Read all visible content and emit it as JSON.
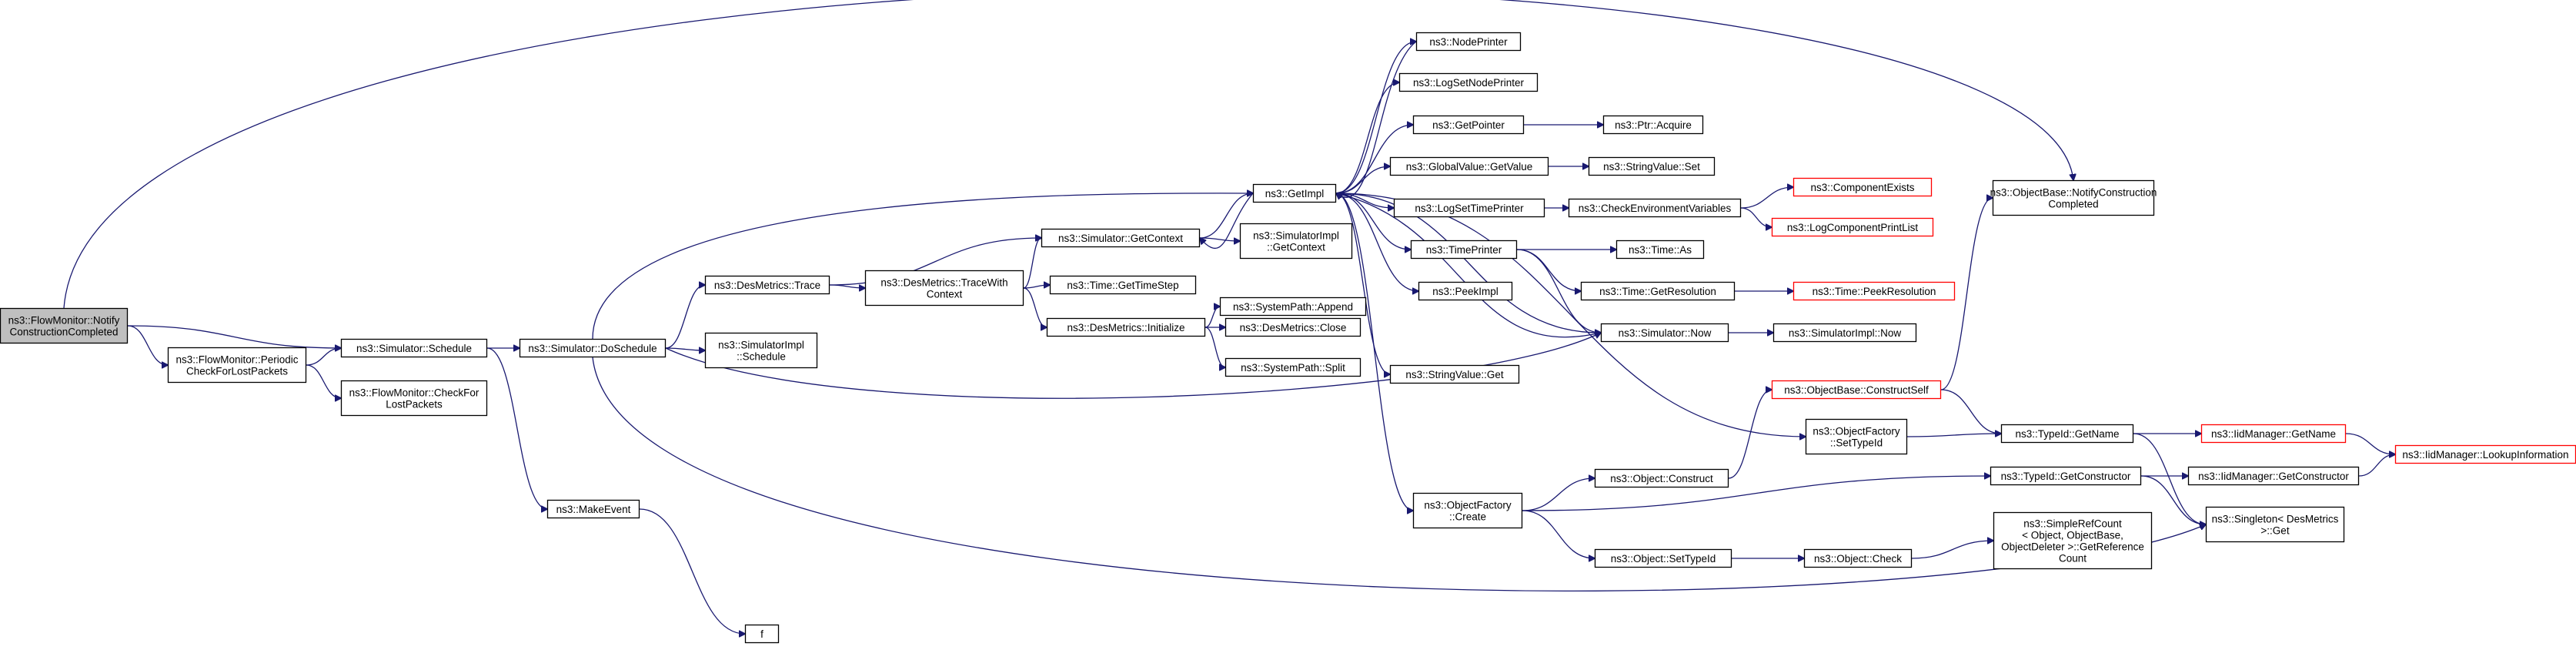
{
  "nodes": [
    {
      "id": "fm_notify",
      "lines": [
        "ns3::FlowMonitor::Notify",
        "ConstructionCompleted"
      ],
      "root": true
    },
    {
      "id": "fm_periodic",
      "lines": [
        "ns3::FlowMonitor::Periodic",
        "CheckForLostPackets"
      ]
    },
    {
      "id": "fm_check",
      "lines": [
        "ns3::FlowMonitor::CheckFor",
        "LostPackets"
      ]
    },
    {
      "id": "sim_schedule",
      "lines": [
        "ns3::Simulator::Schedule"
      ]
    },
    {
      "id": "make_event",
      "lines": [
        "ns3::MakeEvent"
      ]
    },
    {
      "id": "f",
      "lines": [
        "f"
      ]
    },
    {
      "id": "sim_doschedule",
      "lines": [
        "ns3::Simulator::DoSchedule"
      ]
    },
    {
      "id": "simimpl_schedule",
      "lines": [
        "ns3::SimulatorImpl",
        "::Schedule"
      ]
    },
    {
      "id": "des_trace",
      "lines": [
        "ns3::DesMetrics::Trace"
      ]
    },
    {
      "id": "des_tracewith",
      "lines": [
        "ns3::DesMetrics::TraceWith",
        "Context"
      ]
    },
    {
      "id": "sim_getcontext",
      "lines": [
        "ns3::Simulator::GetContext"
      ]
    },
    {
      "id": "time_getstep",
      "lines": [
        "ns3::Time::GetTimeStep"
      ]
    },
    {
      "id": "des_init",
      "lines": [
        "ns3::DesMetrics::Initialize"
      ]
    },
    {
      "id": "sp_append",
      "lines": [
        "ns3::SystemPath::Append"
      ]
    },
    {
      "id": "des_close",
      "lines": [
        "ns3::DesMetrics::Close"
      ]
    },
    {
      "id": "sp_split",
      "lines": [
        "ns3::SystemPath::Split"
      ]
    },
    {
      "id": "simimpl_getcontext",
      "lines": [
        "ns3::SimulatorImpl",
        "::GetContext"
      ]
    },
    {
      "id": "getimpl",
      "lines": [
        "ns3::GetImpl"
      ]
    },
    {
      "id": "nodeprinter",
      "lines": [
        "ns3::NodePrinter"
      ]
    },
    {
      "id": "logsetnodeprinter",
      "lines": [
        "ns3::LogSetNodePrinter"
      ]
    },
    {
      "id": "getpointer",
      "lines": [
        "ns3::GetPointer"
      ]
    },
    {
      "id": "ptr_acquire",
      "lines": [
        "ns3::Ptr::Acquire"
      ]
    },
    {
      "id": "gv_getvalue",
      "lines": [
        "ns3::GlobalValue::GetValue"
      ]
    },
    {
      "id": "sv_set",
      "lines": [
        "ns3::StringValue::Set"
      ]
    },
    {
      "id": "logsettimeprinter",
      "lines": [
        "ns3::LogSetTimePrinter"
      ]
    },
    {
      "id": "checkenv",
      "lines": [
        "ns3::CheckEnvironmentVariables"
      ]
    },
    {
      "id": "compexists",
      "lines": [
        "ns3::ComponentExists"
      ],
      "red": true
    },
    {
      "id": "logcompprint",
      "lines": [
        "ns3::LogComponentPrintList"
      ],
      "red": true
    },
    {
      "id": "timeprinter",
      "lines": [
        "ns3::TimePrinter"
      ]
    },
    {
      "id": "time_as",
      "lines": [
        "ns3::Time::As"
      ]
    },
    {
      "id": "time_getres",
      "lines": [
        "ns3::Time::GetResolution"
      ]
    },
    {
      "id": "time_peekres",
      "lines": [
        "ns3::Time::PeekResolution"
      ],
      "red": true
    },
    {
      "id": "peekimpl",
      "lines": [
        "ns3::PeekImpl"
      ]
    },
    {
      "id": "sim_now",
      "lines": [
        "ns3::Simulator::Now"
      ]
    },
    {
      "id": "simimpl_now",
      "lines": [
        "ns3::SimulatorImpl::Now"
      ]
    },
    {
      "id": "sv_get",
      "lines": [
        "ns3::StringValue::Get"
      ]
    },
    {
      "id": "ob_notify",
      "lines": [
        "ns3::ObjectBase::NotifyConstruction",
        "Completed"
      ]
    },
    {
      "id": "ob_constructself",
      "lines": [
        "ns3::ObjectBase::ConstructSelf"
      ],
      "red": true
    },
    {
      "id": "of_settypeid",
      "lines": [
        "ns3::ObjectFactory",
        "::SetTypeId"
      ]
    },
    {
      "id": "of_create",
      "lines": [
        "ns3::ObjectFactory",
        "::Create"
      ]
    },
    {
      "id": "obj_construct",
      "lines": [
        "ns3::Object::Construct"
      ]
    },
    {
      "id": "obj_settypeid",
      "lines": [
        "ns3::Object::SetTypeId"
      ]
    },
    {
      "id": "obj_check",
      "lines": [
        "ns3::Object::Check"
      ]
    },
    {
      "id": "simplerefcount",
      "lines": [
        "ns3::SimpleRefCount",
        "< Object, ObjectBase,",
        "ObjectDeleter >::GetReference",
        "Count"
      ]
    },
    {
      "id": "typeid_getname",
      "lines": [
        "ns3::TypeId::GetName"
      ]
    },
    {
      "id": "typeid_getctor",
      "lines": [
        "ns3::TypeId::GetConstructor"
      ]
    },
    {
      "id": "iid_getname",
      "lines": [
        "ns3::IidManager::GetName"
      ],
      "red": true
    },
    {
      "id": "iid_getctor",
      "lines": [
        "ns3::IidManager::GetConstructor"
      ]
    },
    {
      "id": "iid_lookup",
      "lines": [
        "ns3::IidManager::LookupInformation"
      ],
      "red": true
    },
    {
      "id": "singleton_get",
      "lines": [
        "ns3::Singleton< DesMetrics",
        " >::Get"
      ]
    }
  ],
  "edges": [
    [
      "fm_notify",
      "ob_notify"
    ],
    [
      "fm_notify",
      "sim_schedule"
    ],
    [
      "fm_notify",
      "fm_periodic"
    ],
    [
      "fm_periodic",
      "sim_schedule"
    ],
    [
      "fm_periodic",
      "fm_check"
    ],
    [
      "sim_schedule",
      "sim_doschedule"
    ],
    [
      "sim_schedule",
      "make_event"
    ],
    [
      "make_event",
      "f"
    ],
    [
      "sim_doschedule",
      "getimpl"
    ],
    [
      "sim_doschedule",
      "des_trace"
    ],
    [
      "sim_doschedule",
      "simimpl_schedule"
    ],
    [
      "sim_doschedule",
      "sim_now"
    ],
    [
      "sim_doschedule",
      "singleton_get"
    ],
    [
      "des_trace",
      "sim_getcontext"
    ],
    [
      "des_trace",
      "des_tracewith"
    ],
    [
      "des_tracewith",
      "sim_getcontext"
    ],
    [
      "des_tracewith",
      "time_getstep"
    ],
    [
      "des_tracewith",
      "des_init"
    ],
    [
      "des_init",
      "sp_append"
    ],
    [
      "des_init",
      "des_close"
    ],
    [
      "des_init",
      "sp_split"
    ],
    [
      "sim_getcontext",
      "getimpl"
    ],
    [
      "sim_getcontext",
      "simimpl_getcontext"
    ],
    [
      "getimpl",
      "sim_getcontext"
    ],
    [
      "getimpl",
      "nodeprinter"
    ],
    [
      "getimpl",
      "logsetnodeprinter"
    ],
    [
      "getimpl",
      "getpointer"
    ],
    [
      "getimpl",
      "gv_getvalue"
    ],
    [
      "getimpl",
      "logsettimeprinter"
    ],
    [
      "getimpl",
      "timeprinter"
    ],
    [
      "getimpl",
      "peekimpl"
    ],
    [
      "getimpl",
      "sim_now"
    ],
    [
      "getimpl",
      "sv_get"
    ],
    [
      "getimpl",
      "of_settypeid"
    ],
    [
      "getimpl",
      "of_create"
    ],
    [
      "nodeprinter",
      "getimpl"
    ],
    [
      "getpointer",
      "ptr_acquire"
    ],
    [
      "gv_getvalue",
      "sv_set"
    ],
    [
      "logsettimeprinter",
      "checkenv"
    ],
    [
      "checkenv",
      "compexists"
    ],
    [
      "checkenv",
      "logcompprint"
    ],
    [
      "timeprinter",
      "time_as"
    ],
    [
      "timeprinter",
      "time_getres"
    ],
    [
      "timeprinter",
      "sim_now"
    ],
    [
      "time_getres",
      "time_peekres"
    ],
    [
      "sim_now",
      "getimpl"
    ],
    [
      "sim_now",
      "simimpl_now"
    ],
    [
      "ob_constructself",
      "ob_notify"
    ],
    [
      "ob_constructself",
      "typeid_getname"
    ],
    [
      "of_settypeid",
      "typeid_getname"
    ],
    [
      "of_create",
      "obj_construct"
    ],
    [
      "of_create",
      "typeid_getctor"
    ],
    [
      "of_create",
      "obj_settypeid"
    ],
    [
      "obj_construct",
      "ob_constructself"
    ],
    [
      "obj_settypeid",
      "obj_check"
    ],
    [
      "obj_check",
      "simplerefcount"
    ],
    [
      "typeid_getname",
      "iid_getname"
    ],
    [
      "typeid_getname",
      "singleton_get"
    ],
    [
      "typeid_getctor",
      "iid_getctor"
    ],
    [
      "typeid_getctor",
      "singleton_get"
    ],
    [
      "iid_getname",
      "iid_lookup"
    ],
    [
      "iid_getctor",
      "iid_lookup"
    ]
  ]
}
